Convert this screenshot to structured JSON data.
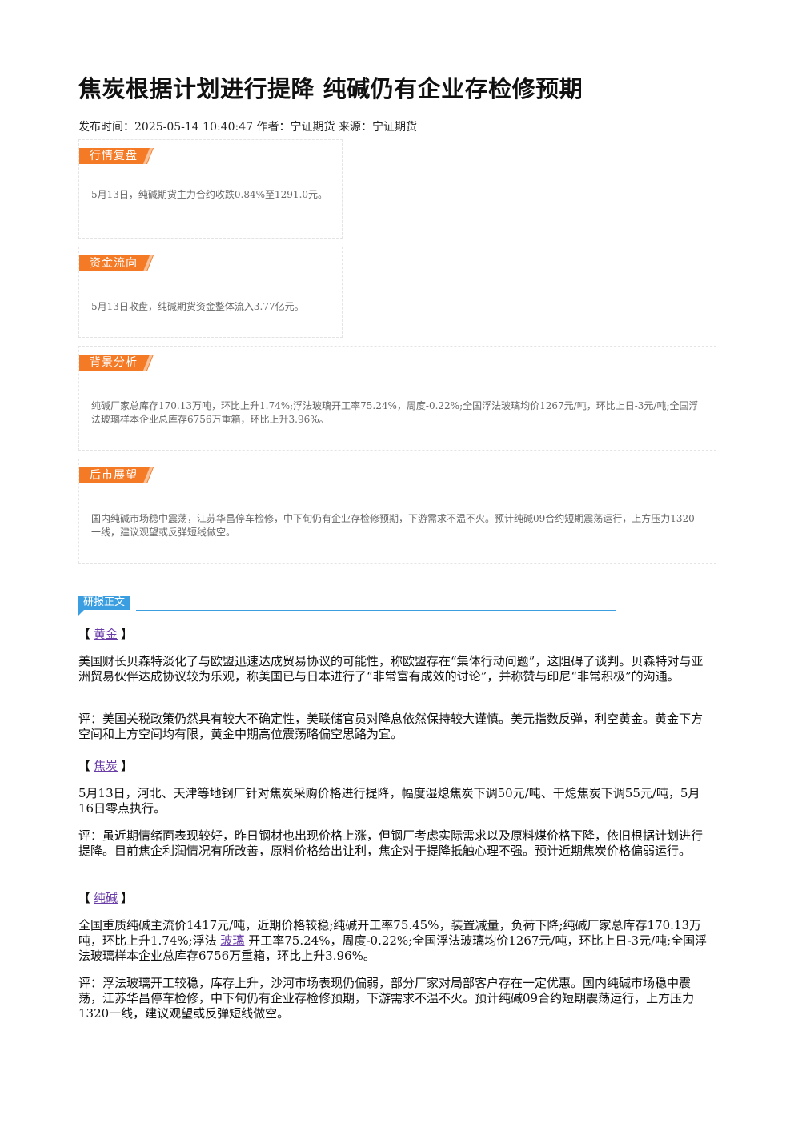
{
  "article": {
    "title": "焦炭根据计划进行提降 纯碱仍有企业存检修预期",
    "meta_time_label": "发布时间：",
    "meta_time": "2025-05-14 10:40:47",
    "meta_author_label": "作者：",
    "meta_author": "宁证期货",
    "meta_source_label": "来源：",
    "meta_source": "宁证期货"
  },
  "boxes": [
    {
      "tag": "行情复盘",
      "text": "5月13日，纯碱期货主力合约收跌0.84%至1291.0元。"
    },
    {
      "tag": "资金流向",
      "text": "5月13日收盘，纯碱期货资金整体流入3.77亿元。"
    },
    {
      "tag": "背景分析",
      "text": "纯碱厂家总库存170.13万吨，环比上升1.74%;浮法玻璃开工率75.24%，周度-0.22%;全国浮法玻璃均价1267元/吨，环比上日-3元/吨;全国浮法玻璃样本企业总库存6756万重箱，环比上升3.96%。"
    },
    {
      "tag": "后市展望",
      "text": "国内纯碱市场稳中震荡，江苏华昌停车检修，中下旬仍有企业存检修预期，下游需求不温不火。预计纯碱09合约短期震荡运行，上方压力1320一线，建议观望或反弹短线做空。"
    }
  ],
  "report": {
    "section_label": "研报正文",
    "bracket_open": "【",
    "bracket_close": "】",
    "gold_label": "黄金",
    "gold_p1": "美国财长贝森特淡化了与欧盟迅速达成贸易协议的可能性，称欧盟存在“集体行动问题”，这阻碍了谈判。贝森特对与亚洲贸易伙伴达成协议较为乐观，称美国已与日本进行了“非常富有成效的讨论”，并称赞与印尼“非常积极”的沟通。",
    "gold_p2": "评：美国关税政策仍然具有较大不确定性，美联储官员对降息依然保持较大谨慎。美元指数反弹，利空黄金。黄金下方空间和上方空间均有限，黄金中期高位震荡略偏空思路为宜。",
    "coke_label": "焦炭",
    "coke_p1": "5月13日，河北、天津等地钢厂针对焦炭采购价格进行提降，幅度湿熄焦炭下调50元/吨、干熄焦炭下调55元/吨，5月16日零点执行。",
    "coke_p2": "评：虽近期情绪面表现较好，昨日钢材也出现价格上涨，但钢厂考虑实际需求以及原料煤价格下降，依旧根据计划进行提降。目前焦企利润情况有所改善，原料价格给出让利，焦企对于提降抵触心理不强。预计近期焦炭价格偏弱运行。",
    "soda_label": "纯碱",
    "soda_p1_a": "全国重质纯碱主流价1417元/吨，近期价格较稳;纯碱开工率75.45%，装置减量，负荷下降;纯碱厂家总库存170.13万吨，环比上升1.74%;浮法 ",
    "soda_p1_link": "玻璃",
    "soda_p1_b": " 开工率75.24%，周度-0.22%;全国浮法玻璃均价1267元/吨，环比上日-3元/吨;全国浮法玻璃样本企业总库存6756万重箱，环比上升3.96%。",
    "soda_p2": "评：浮法玻璃开工较稳，库存上升，沙河市场表现仍偏弱，部分厂家对局部客户存在一定优惠。国内纯碱市场稳中震荡，江苏华昌停车检修，中下旬仍有企业存检修预期，下游需求不温不火。预计纯碱09合约短期震荡运行，上方压力1320一线，建议观望或反弹短线做空。"
  }
}
